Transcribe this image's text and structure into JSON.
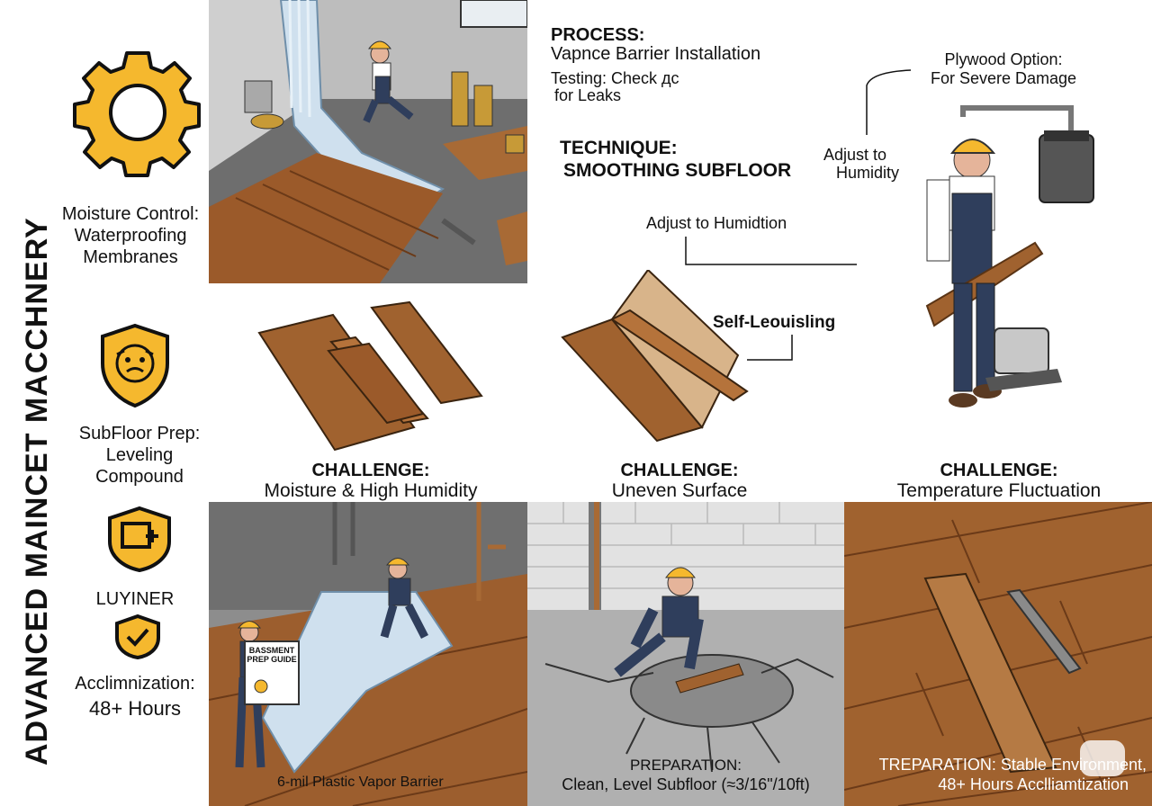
{
  "side_title": "ADVANCED MAINCET MACCHNERY",
  "sidebar": {
    "moisture_title": "Moisture Control:",
    "moisture_sub1": "Waterproofing",
    "moisture_sub2": "Membranes",
    "subfloor_title": "SubFloor Prep:",
    "subfloor_sub1": "Leveling",
    "subfloor_sub2": "Compound",
    "luyiner": "LUYINER",
    "acclim_title": "Acclimnization:",
    "acclim_sub": "48+ Hours"
  },
  "top": {
    "process_title": "PROCESS:",
    "process_sub": "Vapnce Barrier Installation",
    "testing_line1": "Testing: Check дc",
    "testing_line2": "for Leaks",
    "technique_title": "TECHNIQUE:",
    "technique_sub": "SMOOTHING SUBFLOOR",
    "adjust_line": "Adjust to Humidtion",
    "self_level": "Self-Leouisling",
    "plywood_line1": "Plywood Option:",
    "plywood_line2": "For Severe Damage",
    "adjust_right1": "Adjust to",
    "adjust_right2": "Humidity"
  },
  "challenges": [
    {
      "title": "CHALLENGE:",
      "sub": "Moisture & High Humidity"
    },
    {
      "title": "CHALLENGE:",
      "sub": "Uneven Surface"
    },
    {
      "title": "CHALLENGE:",
      "sub": "Temperature Fluctuation"
    }
  ],
  "bottom": {
    "vapor_barrier": "6-mil Plastic Vapor Barrier",
    "sign_text": "BASSMENT PREP GUIDE",
    "prep_title": "PREPARATION:",
    "prep_sub": "Clean, Level Subfloor (≈3/16\"/10ft)",
    "trep_line1": "TREPARATION: Stable Environment,",
    "trep_line2": "48+ Hours Acclliamtization"
  },
  "colors": {
    "accent": "#F5B82E",
    "wood": "#A0622F",
    "concrete": "#8A8A8A",
    "overall_blue": "#2F3E5C"
  }
}
